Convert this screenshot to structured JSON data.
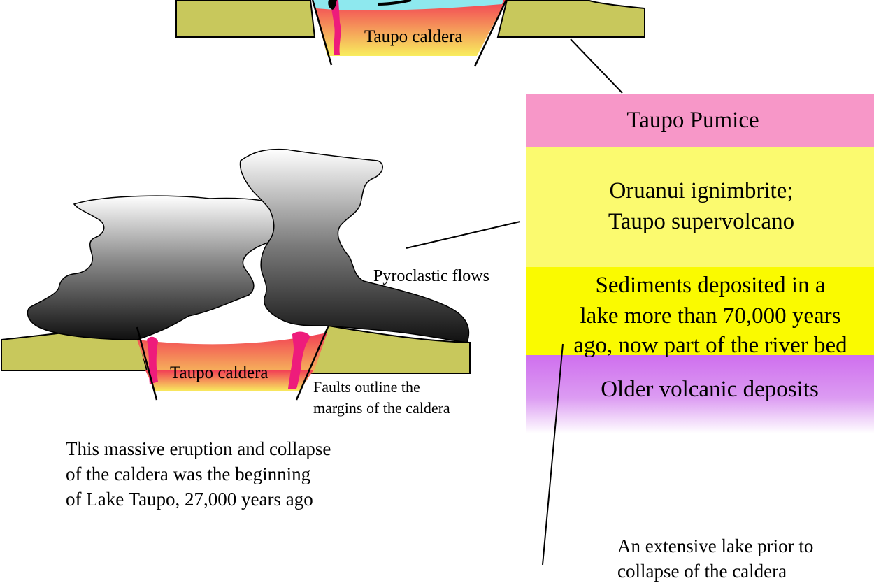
{
  "diagram": {
    "top_section": {
      "caldera_label": "Taupo caldera"
    },
    "eruption_section": {
      "caldera_label": "Taupo caldera",
      "pyroclastic_label": "Pyroclastic flows",
      "faults_label": [
        "Faults outline the",
        "margins of the caldera"
      ],
      "caption": [
        "This massive eruption and collapse",
        "of the caldera was the beginning",
        "of Lake Taupo, 27,000 years ago"
      ]
    },
    "column": {
      "layers": [
        {
          "id": "taupo-pumice",
          "lines": [
            "Taupo Pumice"
          ],
          "color": "#f797c8"
        },
        {
          "id": "oruanui",
          "lines": [
            "Oruanui ignimbrite;",
            "Taupo supervolcano"
          ],
          "color": "#fbfa6f"
        },
        {
          "id": "sediments",
          "lines": [
            "Sediments deposited in a",
            "lake more than 70,000 years",
            "ago, now part of the river bed"
          ],
          "color": "#fafa00"
        },
        {
          "id": "older-volcanic",
          "lines": [
            "Older volcanic deposits"
          ],
          "color": "#cf78ee"
        }
      ]
    },
    "lake_note": [
      "An extensive lake prior to",
      "collapse of the caldera"
    ],
    "colors": {
      "ground": "#c8c85c",
      "magma_top": "#f23f55",
      "magma_bottom": "#f8f15c",
      "conduit": "#ee1c7b",
      "lake": "#8ee8ee"
    }
  }
}
